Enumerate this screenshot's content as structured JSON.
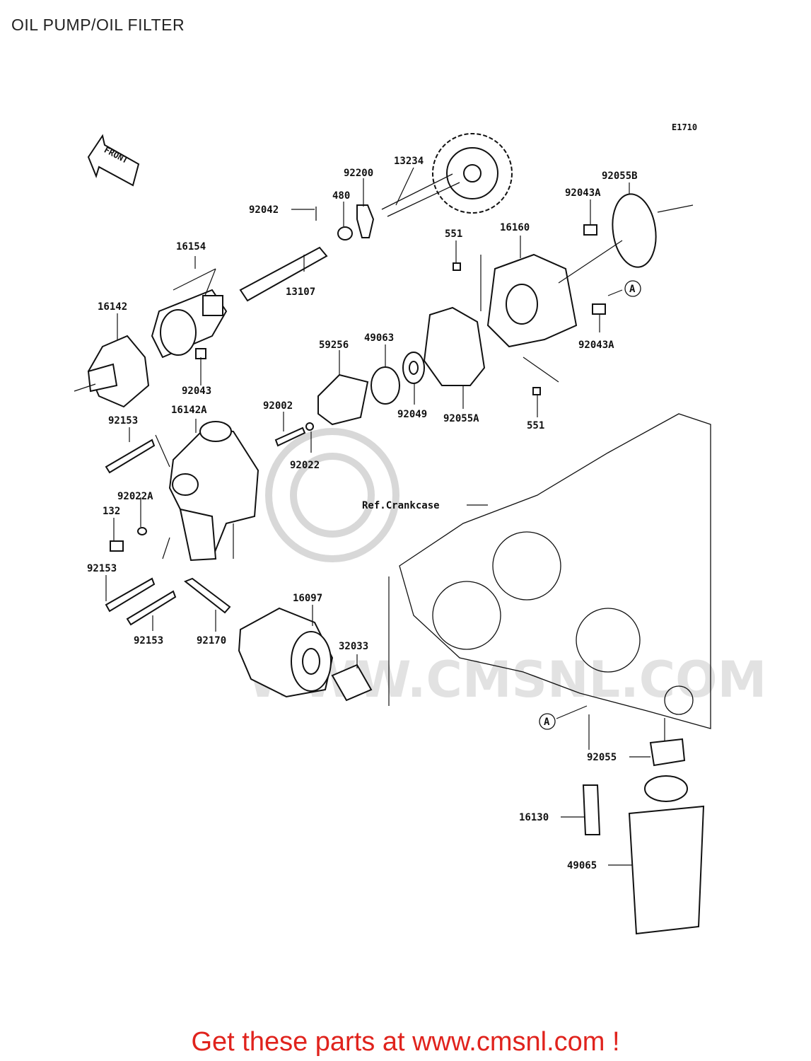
{
  "title": "OIL PUMP/OIL FILTER",
  "diagram_code": "E1710",
  "front_label": "FRONT",
  "watermark_text": "WWW.CMSNL.COM",
  "callout_a": "A",
  "ref_label": "Ref.Crankcase",
  "cta": "Get these parts at www.cmsnl.com !",
  "parts": [
    "13234",
    "92200",
    "480",
    "92042",
    "16154",
    "13107",
    "16142",
    "92043",
    "551",
    "16160",
    "92043A",
    "92055B",
    "92043A",
    "49063",
    "59256",
    "92002",
    "92049",
    "92055A",
    "551",
    "92022",
    "92153",
    "16142A",
    "92022A",
    "132",
    "92153",
    "92153",
    "92170",
    "16097",
    "32033",
    "92055",
    "16130",
    "49065"
  ]
}
